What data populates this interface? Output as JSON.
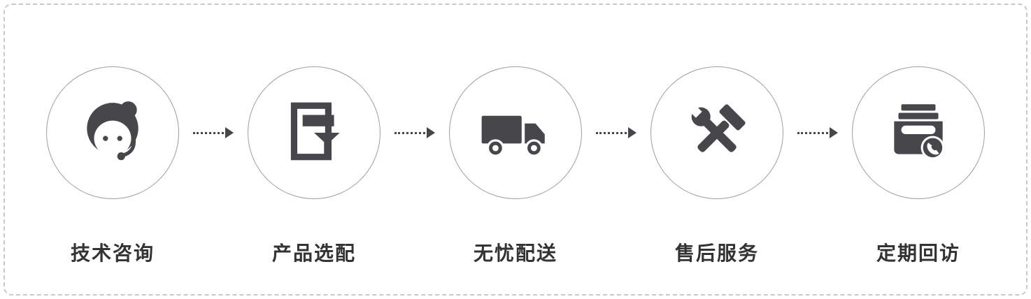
{
  "steps": [
    {
      "label": "技术咨询",
      "icon": "customer-service-agent-icon"
    },
    {
      "label": "产品选配",
      "icon": "product-selection-icon"
    },
    {
      "label": "无忧配送",
      "icon": "delivery-truck-icon"
    },
    {
      "label": "售后服务",
      "icon": "repair-tools-icon"
    },
    {
      "label": "定期回访",
      "icon": "follow-up-inbox-icon"
    }
  ],
  "colors": {
    "icon": "#47474b",
    "circle_border": "#9e9e9e",
    "label_text": "#333333",
    "arrow": "#47474b",
    "frame_border": "#c9c9c9",
    "background": "#ffffff"
  }
}
